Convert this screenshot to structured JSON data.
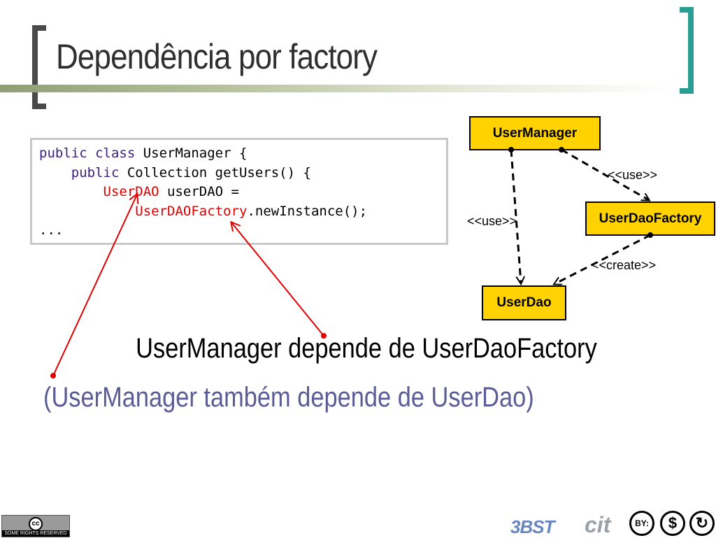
{
  "slide": {
    "title": "Dependência por factory",
    "accent_color": "#2a9d94"
  },
  "code": {
    "lines": [
      [
        {
          "t": "public class",
          "s": "kw"
        },
        {
          "t": " UserManager {",
          "s": ""
        }
      ],
      [
        {
          "t": "    ",
          "s": ""
        },
        {
          "t": "public",
          "s": "kw"
        },
        {
          "t": " Collection getUsers() {",
          "s": ""
        }
      ],
      [
        {
          "t": "        ",
          "s": ""
        },
        {
          "t": "UserDAO",
          "s": "hl"
        },
        {
          "t": " userDAO =",
          "s": ""
        }
      ],
      [
        {
          "t": "            ",
          "s": ""
        },
        {
          "t": "UserDAOFactory",
          "s": "hl"
        },
        {
          "t": ".newInstance();",
          "s": ""
        }
      ],
      [
        {
          "t": "...",
          "s": ""
        }
      ]
    ],
    "keyword_color": "#3b1f7a",
    "highlight_color": "#e00000"
  },
  "diagram": {
    "classes": {
      "user_manager": "UserManager",
      "user_dao_factory": "UserDaoFactory",
      "user_dao": "UserDao"
    },
    "labels": {
      "manager_to_factory": "<<use>>",
      "manager_to_dao": "<<use>>",
      "factory_to_dao": "<<create>>"
    },
    "box_color": "#ffd200"
  },
  "text": {
    "main": "UserManager depende de UserDaoFactory",
    "sub": "(UserManager também depende de UserDao)"
  },
  "footer": {
    "cc_symbol": "cc",
    "cc_label": "SOME RIGHTS RESERVED",
    "logo_3bst": "3BST",
    "logo_cit": "cit",
    "license_by": "BY:",
    "license_nc": "$",
    "license_sa": "↻"
  }
}
